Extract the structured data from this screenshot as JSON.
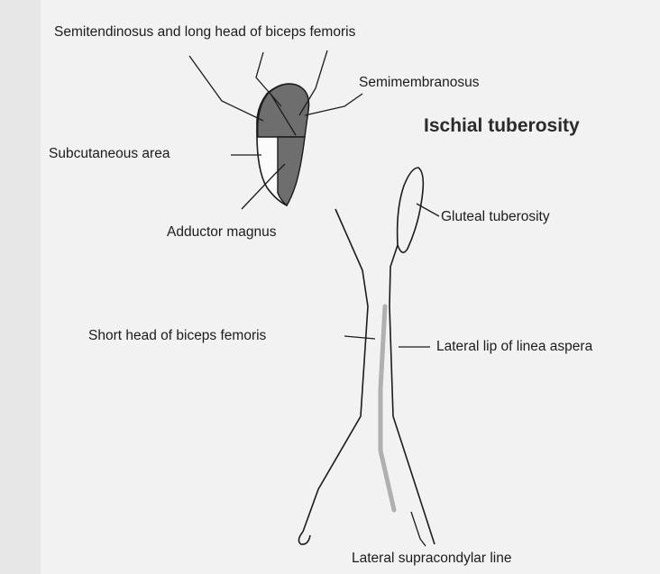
{
  "labels": {
    "semitendinosus": "Semitendinosus and long head of biceps femoris",
    "semimembranosus": "Semimembranosus",
    "ischial_tuberosity": "Ischial tuberosity",
    "subcutaneous_area": "Subcutaneous area",
    "gluteal_tuberosity": "Gluteal tuberosity",
    "adductor_magnus": "Adductor magnus",
    "short_head_biceps": "Short head of biceps femoris",
    "lateral_lip": "Lateral lip of linea aspera",
    "lateral_supracondylar": "Lateral supracondylar line"
  },
  "colors": {
    "background": "#f2f2f2",
    "line": "#1c1c1c",
    "shaded_area": "#6e6e6e",
    "subcutaneous_fill": "#fbfbfb",
    "linea_aspera_stripe": "#b0b0b0"
  }
}
